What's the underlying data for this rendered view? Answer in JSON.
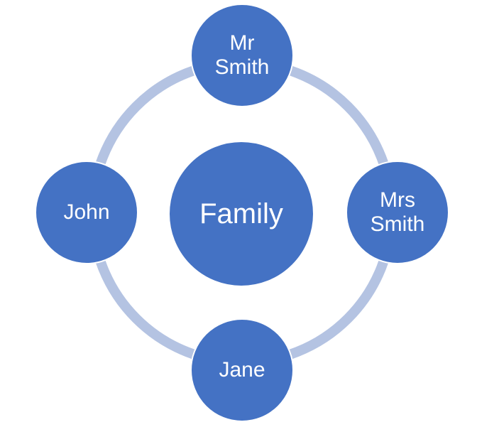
{
  "diagram": {
    "center": {
      "label": "Family"
    },
    "nodes": [
      {
        "id": "top",
        "label": "Mr\nSmith"
      },
      {
        "id": "right",
        "label": "Mrs\nSmith"
      },
      {
        "id": "bottom",
        "label": "Jane"
      },
      {
        "id": "left",
        "label": "John"
      }
    ]
  },
  "colors": {
    "node_fill": "#4472c4",
    "ring": "#b4c3e2",
    "text": "#ffffff",
    "background": "#ffffff"
  }
}
